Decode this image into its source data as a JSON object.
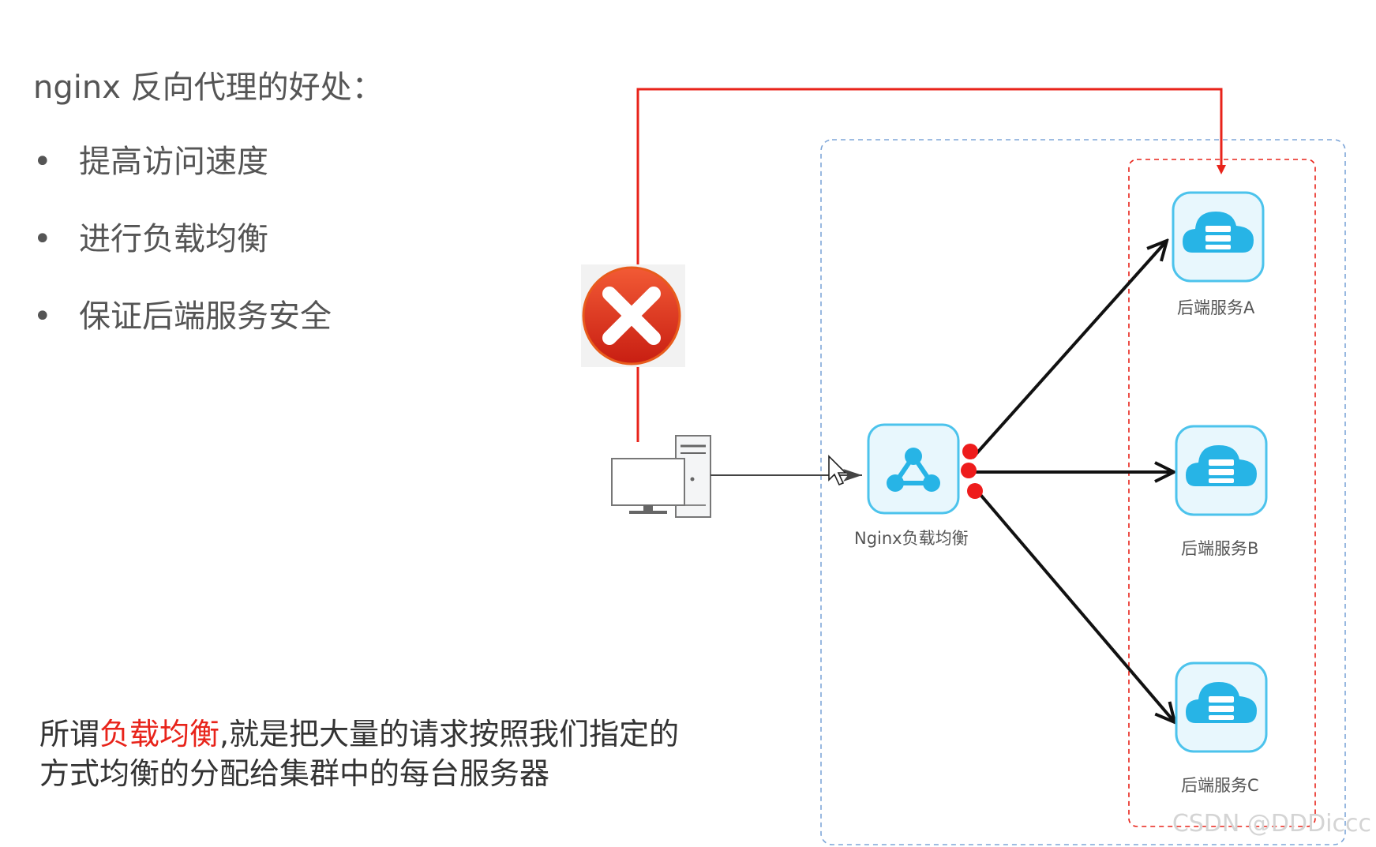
{
  "title": "nginx 反向代理的好处：",
  "bullets": [
    "提高访问速度",
    "进行负载均衡",
    "保证后端服务安全"
  ],
  "bullet_marker": "•",
  "paragraph": {
    "before": "所谓",
    "highlight": "负载均衡",
    "after": ",就是把大量的请求按照我们指定的方式均衡的分配给集群中的每台服务器"
  },
  "nodes": {
    "nginx_label": "Nginx负载均衡",
    "service_a": "后端服务A",
    "service_b": "后端服务B",
    "service_c": "后端服务C"
  },
  "icons": {
    "client": "computer-icon",
    "error": "x-error-icon",
    "nginx": "share-network-icon",
    "service": "cloud-server-icon"
  },
  "colors": {
    "red_path": "#e8231a",
    "blue_dashed": "#7ea6d8",
    "cyan_icon": "#27b4e6",
    "highlight_text": "#e8231a"
  },
  "watermark": "CSDN @DDDiccc"
}
